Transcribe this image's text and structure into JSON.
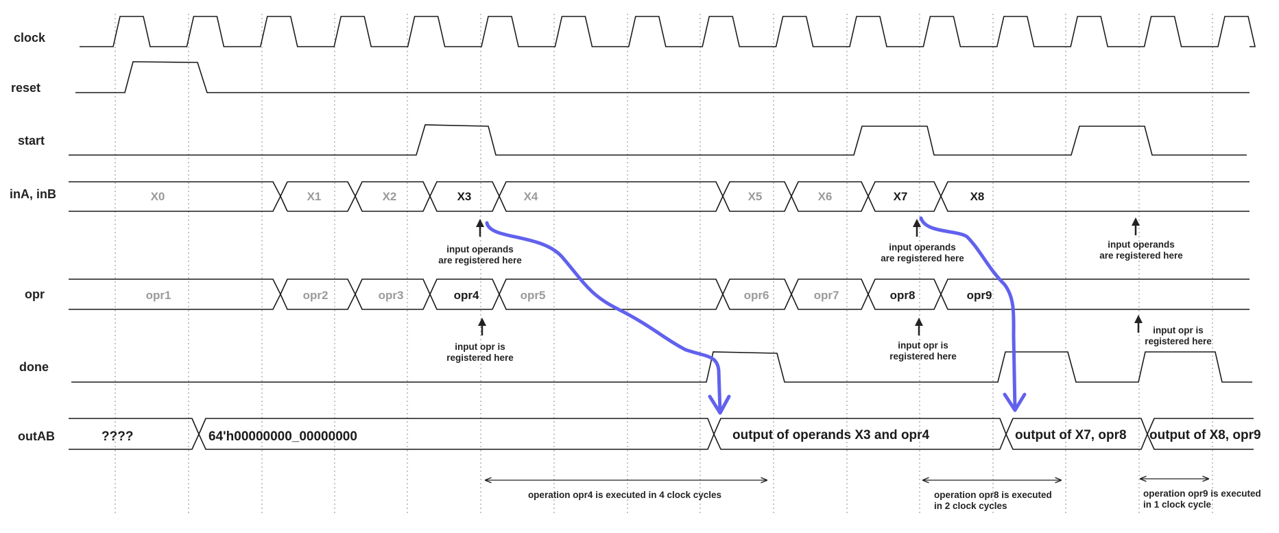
{
  "signals": {
    "clock": "clock",
    "reset": "reset",
    "start": "start",
    "inputs": "inA, inB",
    "opr": "opr",
    "done": "done",
    "output": "outAB"
  },
  "inAB_values": {
    "x0": "X0",
    "x1": "X1",
    "x2": "X2",
    "x3": "X3",
    "x4": "X4",
    "x5": "X5",
    "x6": "X6",
    "x7": "X7",
    "x8": "X8"
  },
  "opr_values": {
    "opr1": "opr1",
    "opr2": "opr2",
    "opr3": "opr3",
    "opr4": "opr4",
    "opr5": "opr5",
    "opr6": "opr6",
    "opr7": "opr7",
    "opr8": "opr8",
    "opr9": "opr9"
  },
  "out_values": {
    "unknown": "????",
    "zero": "64'h00000000_00000000",
    "out1": "output of operands X3 and opr4",
    "out2": "output of X7, opr8",
    "out3": "output of X8, opr9"
  },
  "annotations": {
    "operands_line1": "input operands",
    "operands_line2": "are registered here",
    "opr_line1": "input opr is",
    "opr_line2": "registered here"
  },
  "durations": {
    "d1": "operation opr4 is executed in 4 clock cycles",
    "d2_line1": "operation opr8 is executed",
    "d2_line2": "in 2 clock cycles",
    "d3_line1": "operation opr9 is executed",
    "d3_line2": "in 1 clock cycle"
  },
  "colors": {
    "wave": "#1a1a1a",
    "flow_arrow": "#6161ee",
    "dim_text": "#9a9a9a"
  }
}
